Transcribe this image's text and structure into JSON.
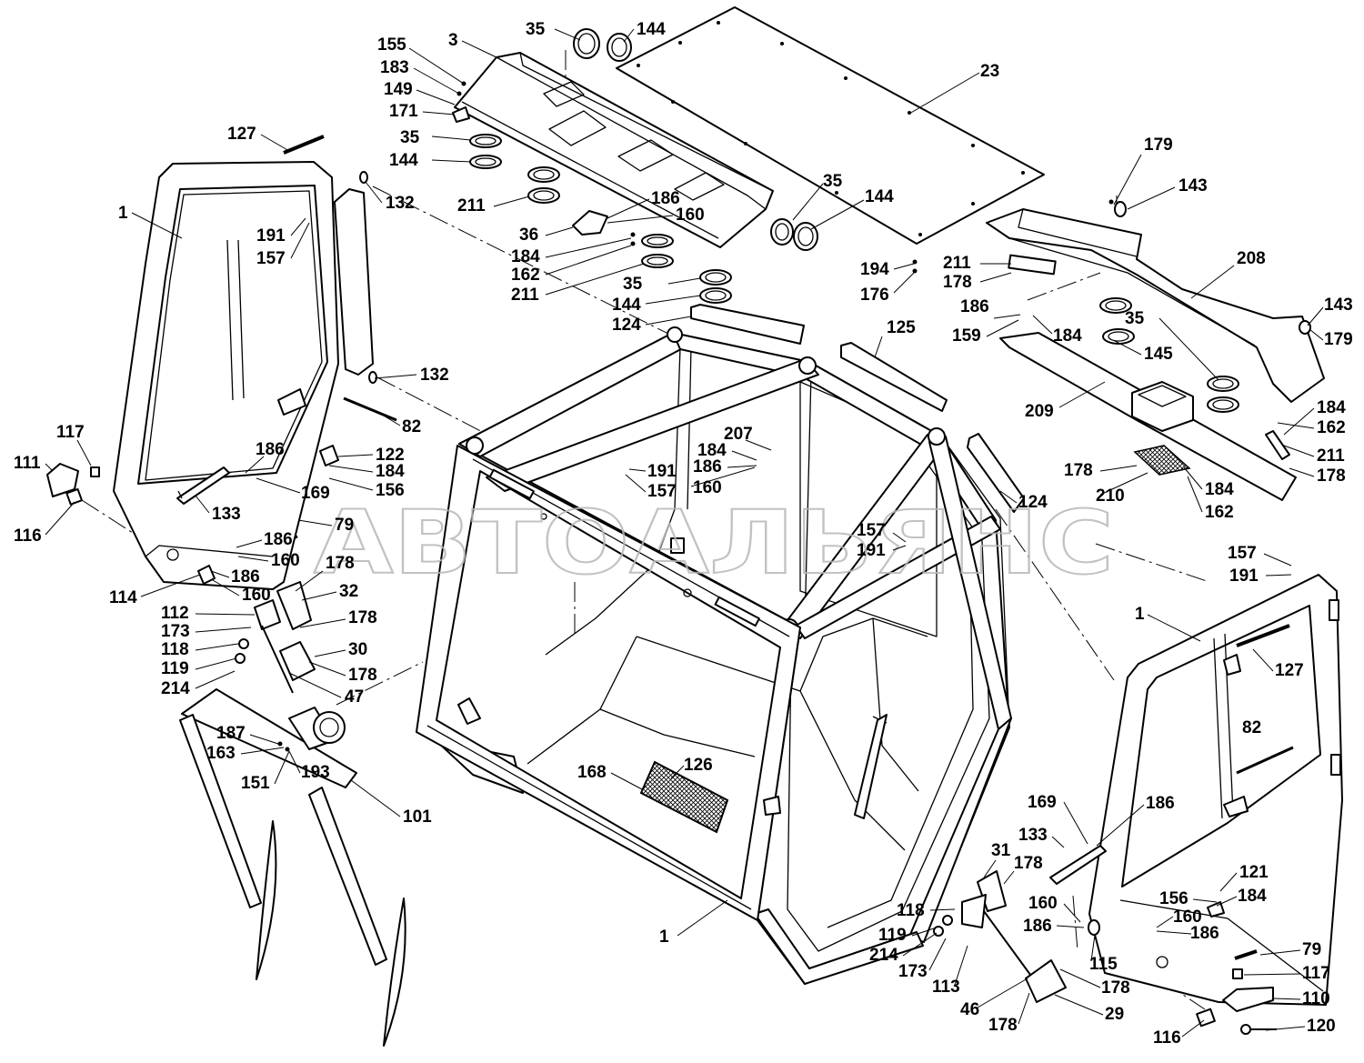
{
  "diagram": {
    "watermark": "АВТОАЛЬЯНС",
    "callouts": [
      "35",
      "144",
      "155",
      "3",
      "23",
      "183",
      "149",
      "171",
      "127",
      "35",
      "144",
      "179",
      "35",
      "143",
      "144",
      "186",
      "132",
      "211",
      "1",
      "160",
      "191",
      "36",
      "184",
      "157",
      "208",
      "194",
      "211",
      "162",
      "178",
      "35",
      "176",
      "211",
      "186",
      "143",
      "144",
      "35",
      "124",
      "125",
      "159",
      "184",
      "179",
      "145",
      "132",
      "209",
      "184",
      "82",
      "117",
      "207",
      "162",
      "186",
      "184",
      "122",
      "111",
      "211",
      "186",
      "191",
      "184",
      "178",
      "178",
      "169",
      "156",
      "160",
      "157",
      "184",
      "210",
      "124",
      "133",
      "162",
      "79",
      "116",
      "157",
      "186",
      "191",
      "157",
      "160",
      "178",
      "186",
      "191",
      "32",
      "114",
      "160",
      "112",
      "1",
      "178",
      "173",
      "118",
      "30",
      "127",
      "119",
      "178",
      "214",
      "47",
      "82",
      "187",
      "163",
      "126",
      "168",
      "193",
      "151",
      "169",
      "186",
      "101",
      "133",
      "31",
      "178",
      "121",
      "156",
      "184",
      "160",
      "118",
      "160",
      "186",
      "186",
      "1",
      "119",
      "214",
      "79",
      "115",
      "173",
      "117",
      "113",
      "178",
      "110",
      "46",
      "29",
      "178",
      "116",
      "120"
    ]
  }
}
